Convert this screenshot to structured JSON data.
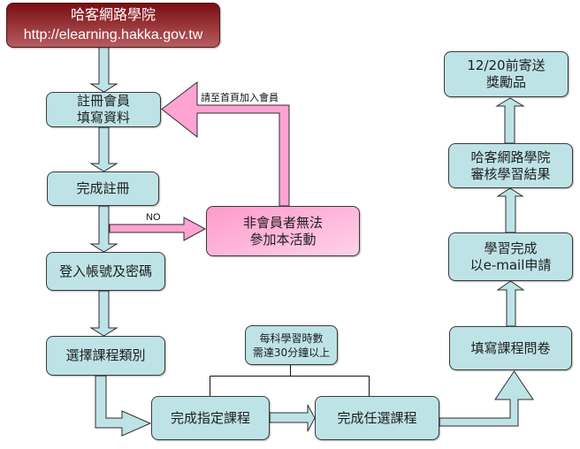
{
  "title_box": {
    "line1": "哈客網路學院",
    "line2": "http://elearning.hakka.gov.tw"
  },
  "steps": {
    "register": {
      "lines": [
        "註冊會員",
        "填寫資料"
      ]
    },
    "done_register": {
      "lines": [
        "完成註冊"
      ]
    },
    "login": {
      "lines": [
        "登入帳號及密碼"
      ]
    },
    "category": {
      "lines": [
        "選擇課程類別"
      ]
    },
    "required": {
      "lines": [
        "完成指定課程"
      ]
    },
    "elective": {
      "lines": [
        "完成任選課程"
      ]
    },
    "survey": {
      "lines": [
        "填寫課程問卷"
      ]
    },
    "apply": {
      "lines": [
        "學習完成",
        "以e-mail申請"
      ]
    },
    "review": {
      "lines": [
        "哈客網路學院",
        "審核學習結果"
      ]
    },
    "prize": {
      "lines": [
        "12/20前寄送",
        "獎勵品"
      ]
    }
  },
  "non_member_box": {
    "lines": [
      "非會員者無法",
      "參加本活動"
    ]
  },
  "note_box": {
    "lines": [
      "每科學習時數",
      "需達30分鐘以上"
    ]
  },
  "labels": {
    "no": "NO",
    "join_hint": "請至首頁加入會員"
  },
  "colors": {
    "title_top": "#7a0e13",
    "title_bottom": "#b65c60",
    "step_fill": "#bee3e6",
    "pink_top": "#ff9acb",
    "pink_bottom": "#ffd2ea",
    "pink_arrow": "#ffa3d3",
    "outline": "#2e2e2e"
  }
}
